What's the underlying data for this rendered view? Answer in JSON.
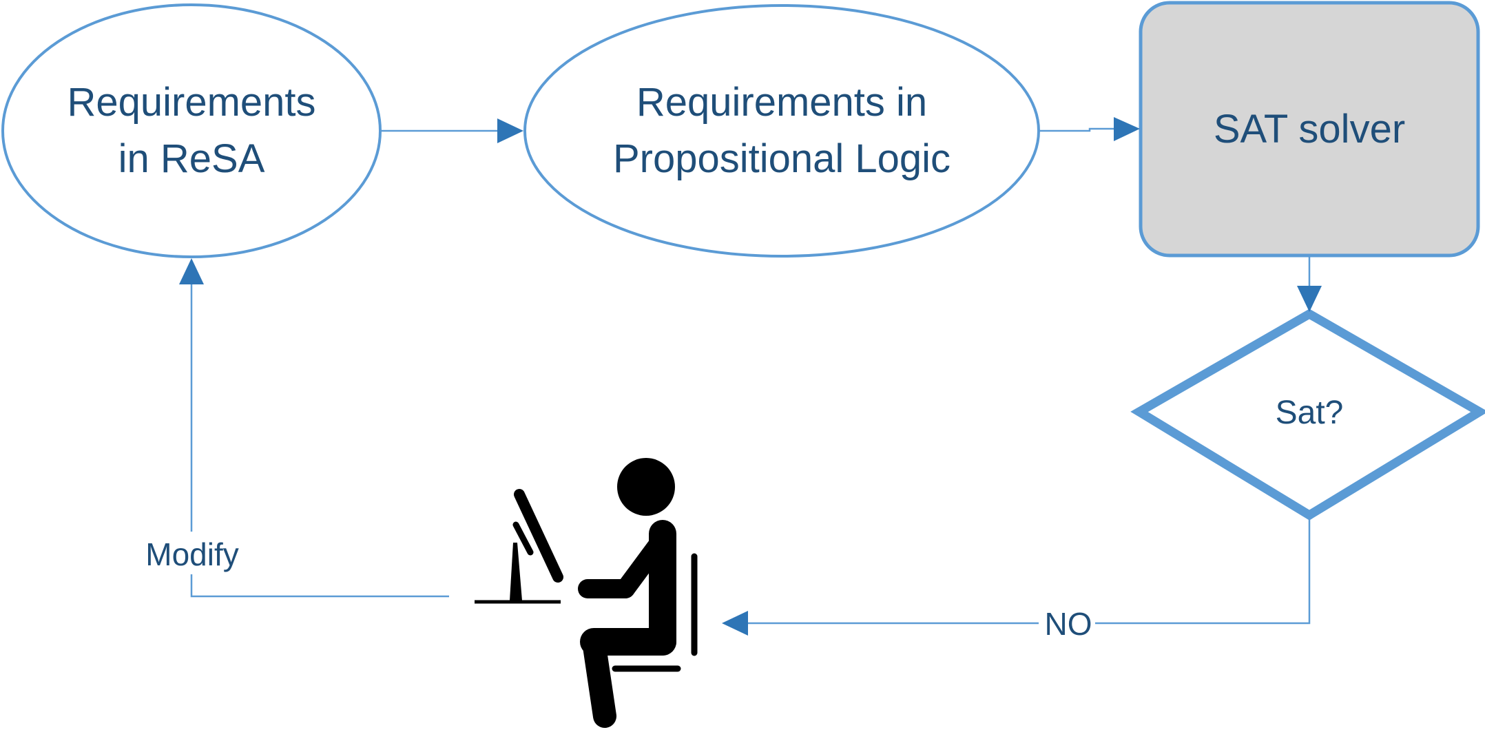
{
  "nodes": {
    "resa": {
      "line1": "Requirements",
      "line2": "in ReSA"
    },
    "logic": {
      "line1": "Requirements in",
      "line2": "Propositional Logic"
    },
    "solver": {
      "label": "SAT solver"
    },
    "decision": {
      "label": "Sat?"
    }
  },
  "edges": {
    "no_label": "NO",
    "modify_label": "Modify"
  },
  "icons": {
    "user": "person-at-computer-icon"
  },
  "colors": {
    "outline": "#5b9bd5",
    "arrow": "#2e75b6",
    "text": "#1f4e79",
    "solver_fill": "#d6d6d6",
    "icon": "#000000"
  }
}
